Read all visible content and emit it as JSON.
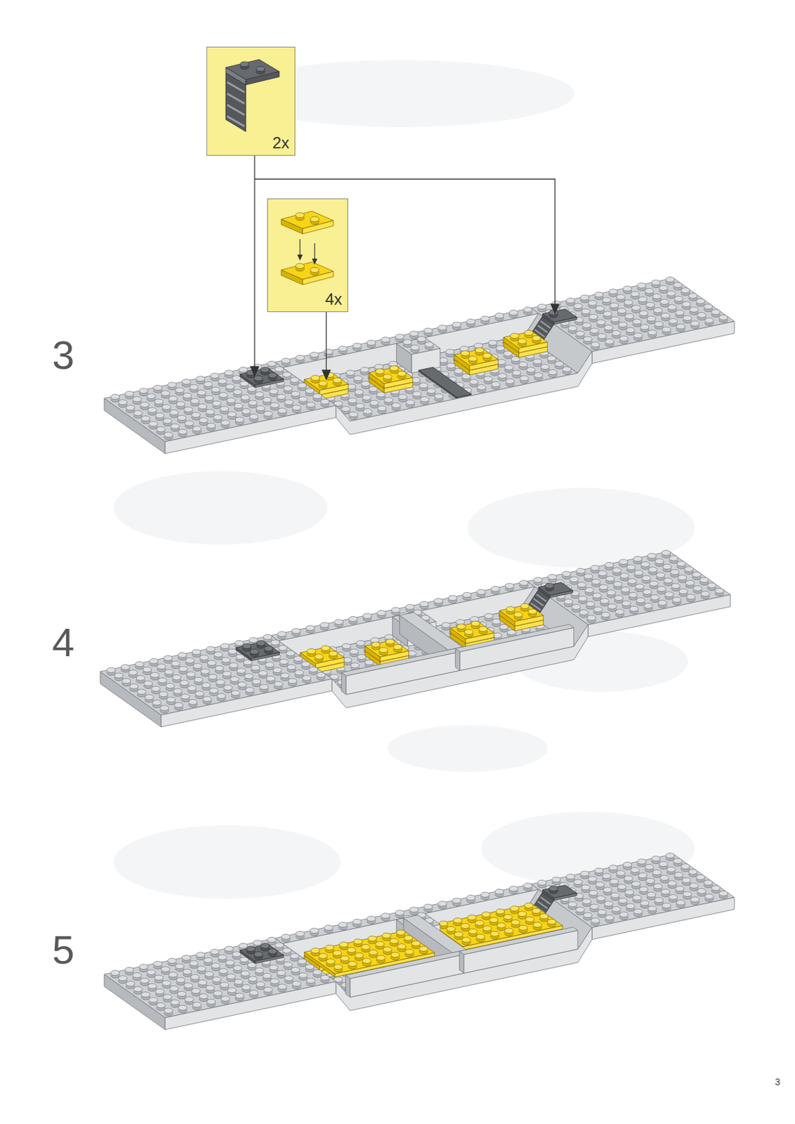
{
  "diagram": {
    "nodes": [
      {
        "text": [
          "2x"
        ]
      },
      {
        "text": [
          "4x"
        ]
      }
    ],
    "labels": [
      "3",
      "4",
      "5",
      "3"
    ]
  }
}
